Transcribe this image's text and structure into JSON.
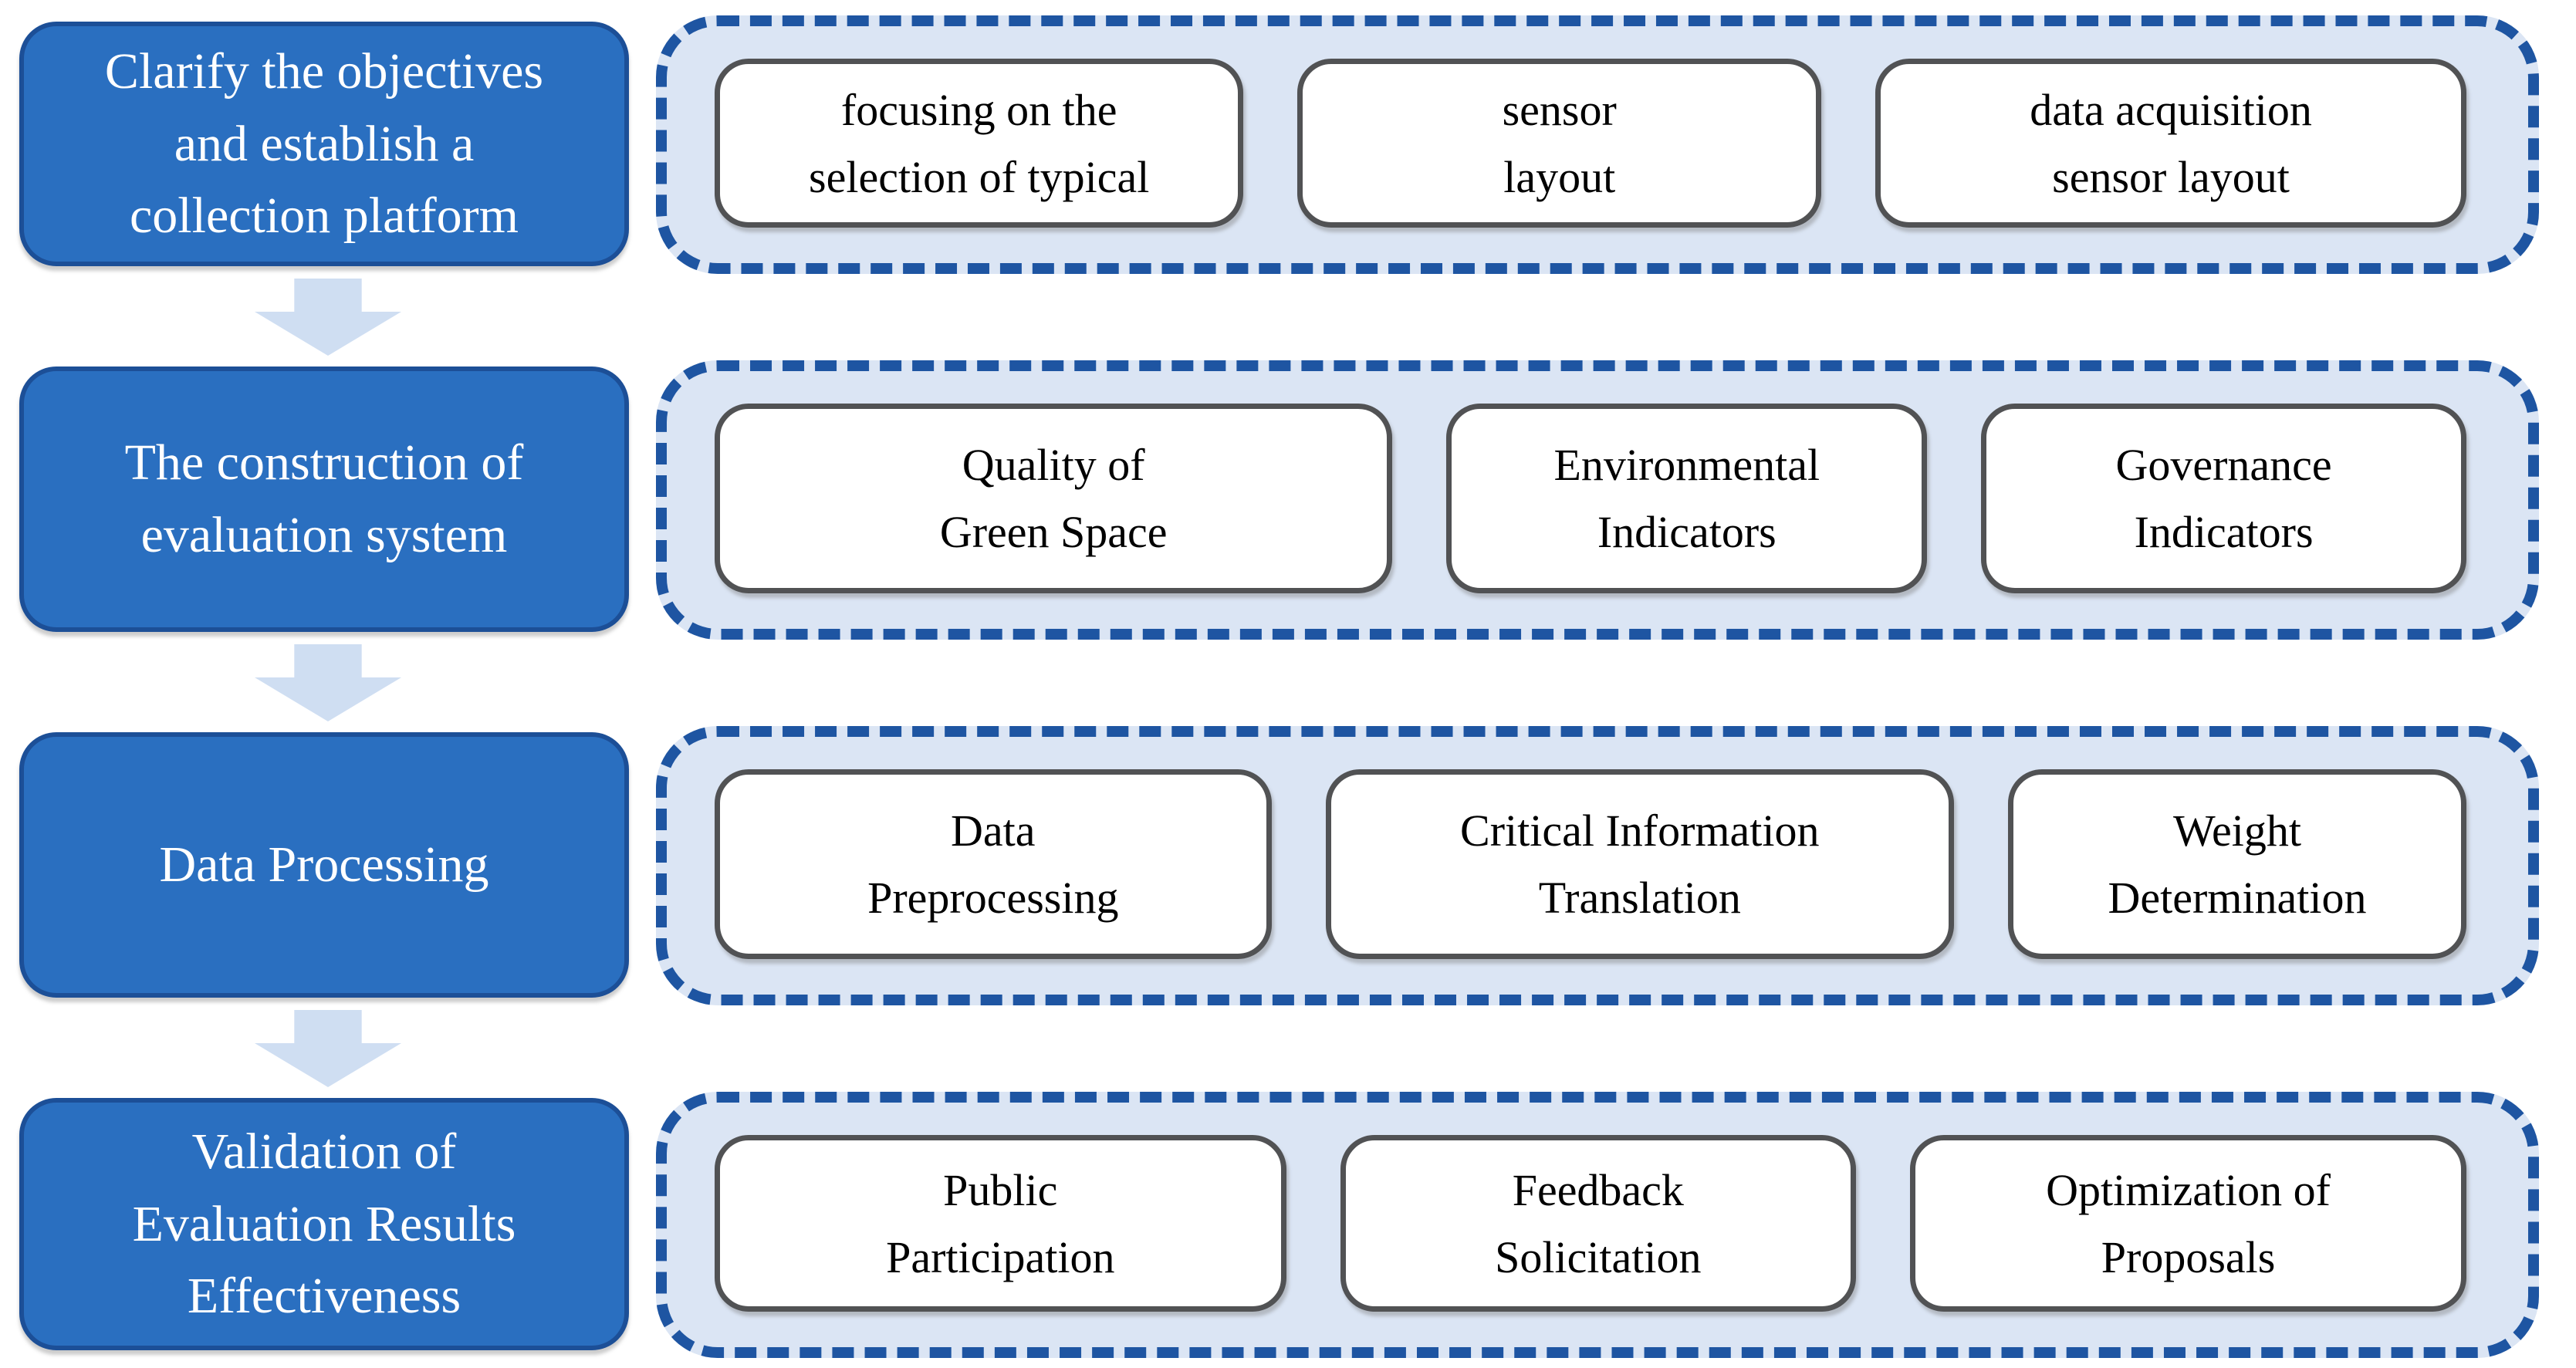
{
  "figure": {
    "type": "flowchart",
    "stages": [
      {
        "title": "Clarify the objectives\nand establish a\ncollection platform",
        "items": [
          "focusing on the\nselection of typical",
          "sensor\nlayout",
          "data acquisition\nsensor layout"
        ]
      },
      {
        "title": "The construction of\nevaluation system",
        "items": [
          "Quality of\nGreen Space",
          "Environmental\nIndicators",
          "Governance\nIndicators"
        ]
      },
      {
        "title": "Data Processing",
        "items": [
          "Data\nPreprocessing",
          "Critical Information\nTranslation",
          "Weight\nDetermination"
        ]
      },
      {
        "title": "Validation of\nEvaluation Results\nEffectiveness",
        "items": [
          "Public\nParticipation",
          "Feedback\nSolicitation",
          "Optimization of\nProposals"
        ]
      }
    ],
    "colors": {
      "stage_fill": "#2a6fc0",
      "stage_border": "#1c4f97",
      "panel_fill": "#dbe5f4",
      "panel_border": "#1e55a2",
      "item_border": "#515254",
      "arrow": "#cfdef2",
      "stage_text": "#ffffff",
      "item_text": "#000000"
    }
  }
}
